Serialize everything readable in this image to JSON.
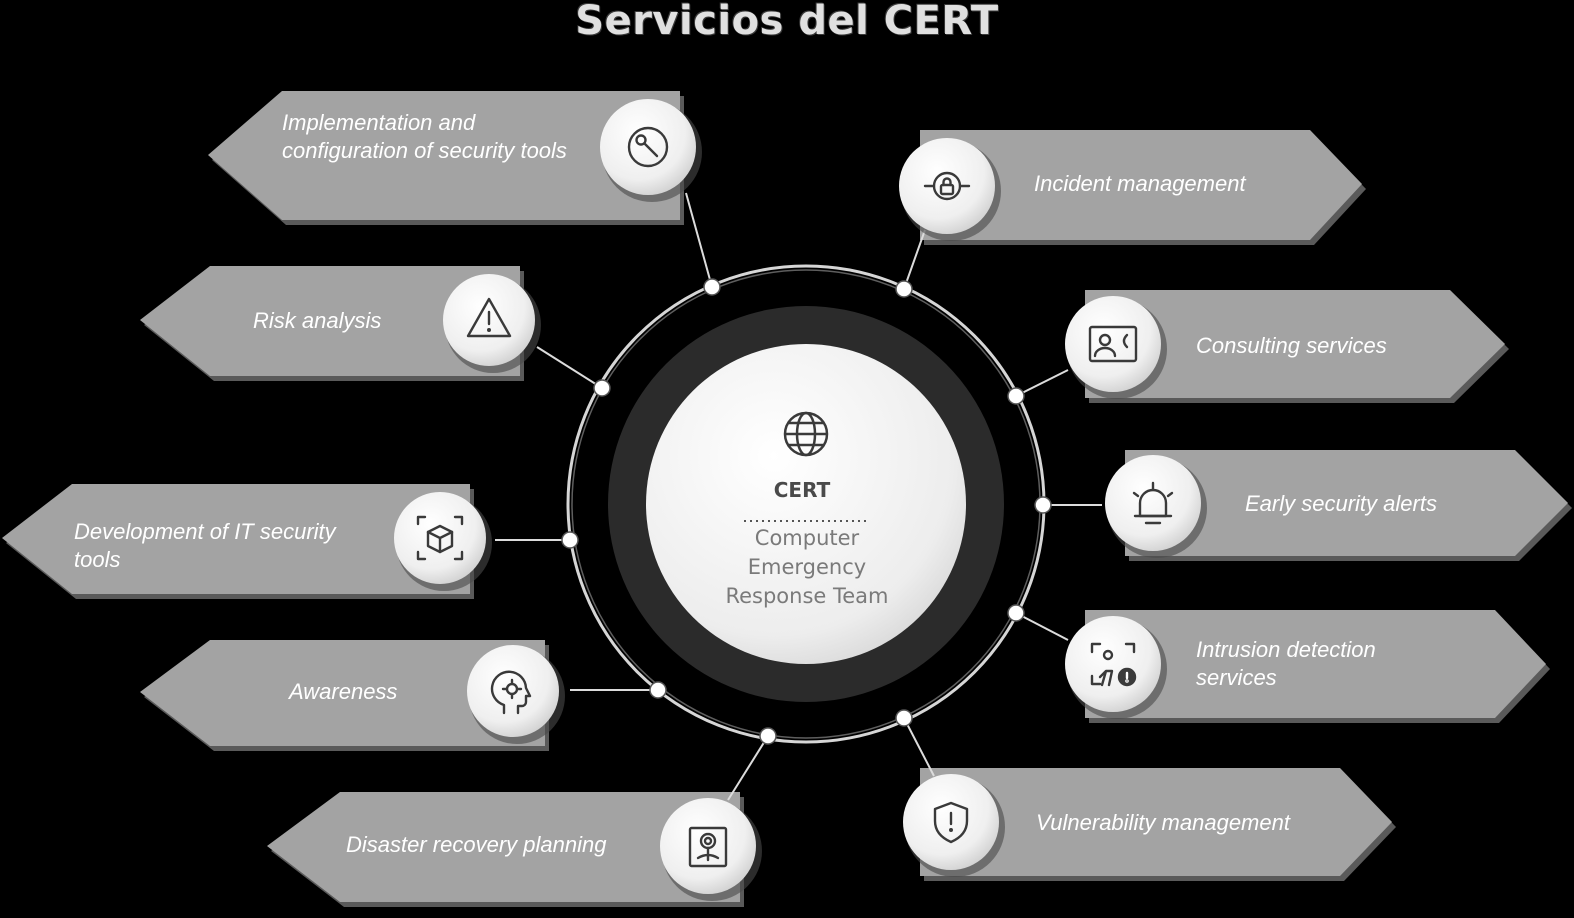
{
  "title": "Servicios del CERT",
  "hub": {
    "title": "CERT",
    "subtitle_lines": [
      "Computer",
      "Emergency",
      "Response Team"
    ],
    "icon": "globe-icon"
  },
  "services": [
    {
      "id": "implementation",
      "label": "Implementation and configuration of security tools",
      "icon": "wrench-icon"
    },
    {
      "id": "incident",
      "label": "Incident management",
      "icon": "lock-target-icon"
    },
    {
      "id": "risk",
      "label": "Risk analysis",
      "icon": "warning-icon"
    },
    {
      "id": "consulting",
      "label": "Consulting services",
      "icon": "contact-call-icon"
    },
    {
      "id": "development",
      "label": "Development of IT security tools",
      "icon": "cube-scan-icon"
    },
    {
      "id": "alerts",
      "label": "Early security alerts",
      "icon": "bell-icon"
    },
    {
      "id": "awareness",
      "label": "Awareness",
      "icon": "head-gear-icon"
    },
    {
      "id": "intrusion",
      "label": "Intrusion detection services",
      "icon": "person-alert-icon"
    },
    {
      "id": "disaster",
      "label": "Disaster recovery planning",
      "icon": "flower-frame-icon"
    },
    {
      "id": "vulnerability",
      "label": "Vulnerability management",
      "icon": "shield-alert-icon"
    }
  ],
  "colors": {
    "background": "#000000",
    "ribbon": "#a3a3a3",
    "badge": "#efefef",
    "hub_ring": "#2b2b2b",
    "connector": "#dcdcdc"
  }
}
